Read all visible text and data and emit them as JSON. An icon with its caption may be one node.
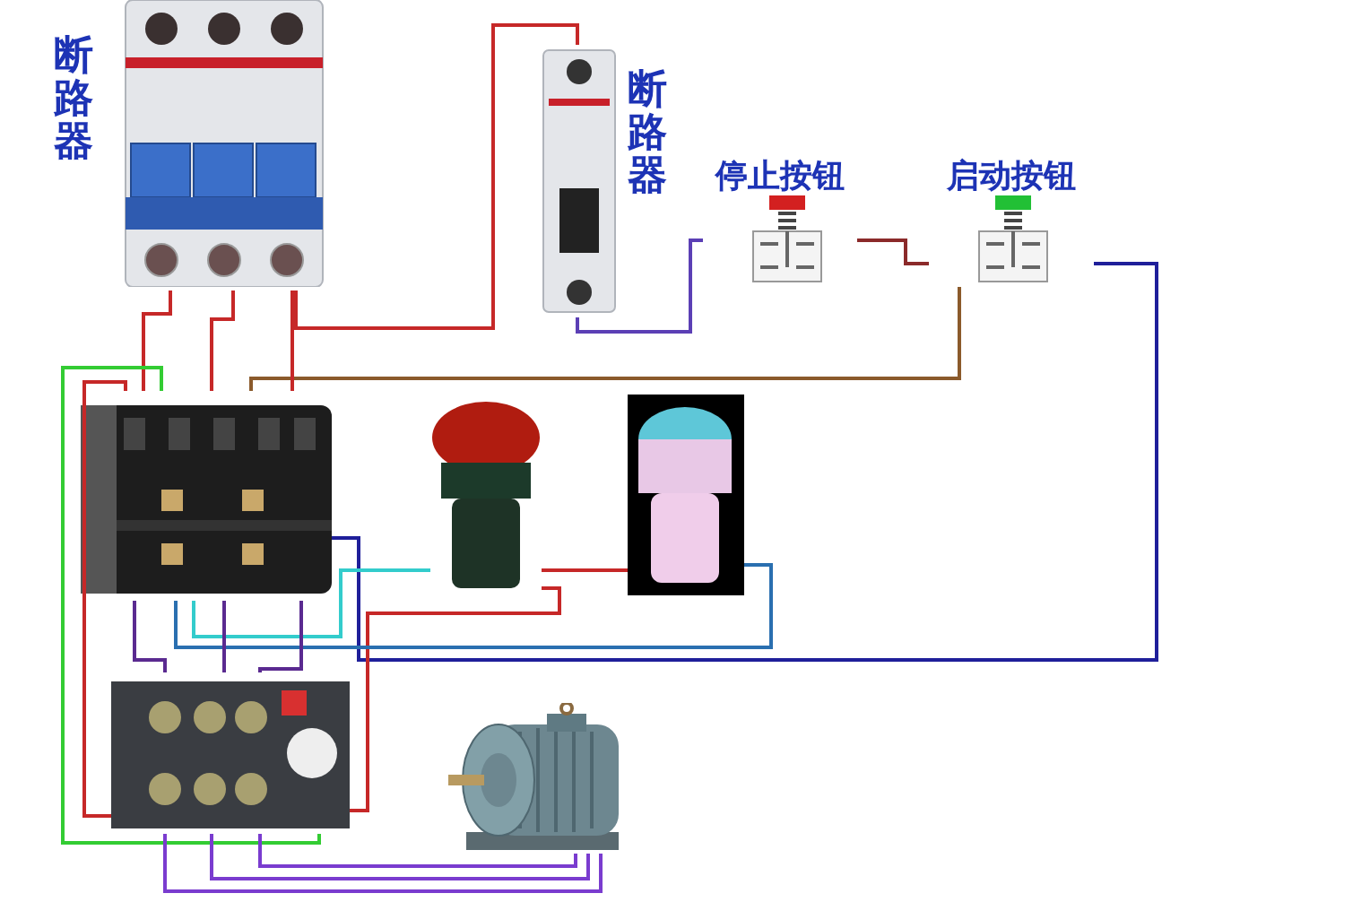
{
  "diagram": {
    "nodes": [
      {
        "text": [
          "断路器"
        ]
      },
      {
        "text": [
          "断路器"
        ]
      },
      {
        "text": [
          "停止按钮"
        ]
      },
      {
        "text": [
          "启动按钮"
        ]
      },
      {
        "text": [],
        "shape": "picture"
      },
      {
        "text": [],
        "shape": "picture"
      },
      {
        "text": [],
        "shape": "picture"
      },
      {
        "text": [],
        "shape": "picture"
      },
      {
        "text": [],
        "shape": "picture"
      }
    ],
    "edges": [
      {
        "from": 0,
        "to": 1,
        "arrow": "none",
        "color": "#c62828"
      },
      {
        "from": 1,
        "to": 2,
        "arrow": "none",
        "color": "#5b3fb5"
      },
      {
        "from": 2,
        "to": 3,
        "arrow": "none",
        "color": "#8b2a2a"
      },
      {
        "from": 3,
        "to": 4,
        "arrow": "none",
        "color": "#8b5a2b"
      },
      {
        "from": 3,
        "to": 4,
        "arrow": "none",
        "color": "#1f1f9a"
      },
      {
        "from": 0,
        "to": 4,
        "arrow": "none",
        "color": "#c62828"
      },
      {
        "from": 0,
        "to": 4,
        "arrow": "none",
        "color": "#c62828"
      },
      {
        "from": 0,
        "to": 4,
        "arrow": "none",
        "color": "#c62828"
      },
      {
        "from": 4,
        "to": 7,
        "arrow": "none",
        "color": "#33cc33"
      },
      {
        "from": 4,
        "to": 7,
        "arrow": "none",
        "color": "#c62828"
      },
      {
        "from": 5,
        "to": 7,
        "arrow": "none",
        "color": "#c62828"
      },
      {
        "from": 5,
        "to": 6,
        "arrow": "none",
        "color": "#c62828"
      },
      {
        "from": 4,
        "to": 5,
        "arrow": "none",
        "color": "#33cccc"
      },
      {
        "from": 6,
        "to": 4,
        "arrow": "none",
        "color": "#2a6fb0"
      },
      {
        "from": 4,
        "to": 7,
        "arrow": "none",
        "color": "#5a2a90"
      },
      {
        "from": 4,
        "to": 7,
        "arrow": "none",
        "color": "#5a2a90"
      },
      {
        "from": 4,
        "to": 7,
        "arrow": "none",
        "color": "#5a2a90"
      },
      {
        "from": 7,
        "to": 8,
        "arrow": "none",
        "color": "#7a3ccf"
      },
      {
        "from": 7,
        "to": 8,
        "arrow": "none",
        "color": "#7a3ccf"
      },
      {
        "from": 7,
        "to": 8,
        "arrow": "none",
        "color": "#7a3ccf"
      }
    ]
  }
}
